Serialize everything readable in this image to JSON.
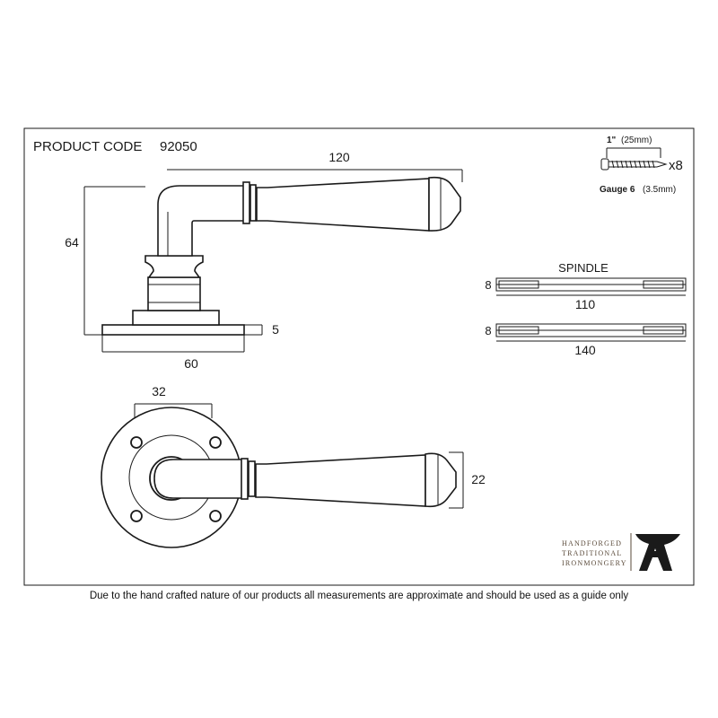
{
  "product": {
    "label": "PRODUCT CODE",
    "code": "92050"
  },
  "side_view": {
    "dim_length": "120",
    "dim_height": "64",
    "dim_rose_thickness": "5",
    "dim_rose_width": "60"
  },
  "front_view": {
    "dim_lever_width": "22",
    "dim_rose_offset": "32"
  },
  "screws": {
    "length_label": "1\"",
    "length_mm": "(25mm)",
    "quantity": "x8",
    "gauge_label": "Gauge 6",
    "gauge_mm": "(3.5mm)"
  },
  "spindle": {
    "title": "SPINDLE",
    "items": [
      {
        "size": "8",
        "length": "110"
      },
      {
        "size": "8",
        "length": "140"
      }
    ]
  },
  "brand": {
    "line1": "HANDFORGED",
    "line2": "TRADITIONAL",
    "line3": "IRONMONGERY",
    "colors": {
      "text": "#5a4a3a",
      "logo": "#1a1a1a"
    }
  },
  "disclaimer": "Due to the hand crafted nature of our products all measurements are approximate and should be used as a guide only"
}
